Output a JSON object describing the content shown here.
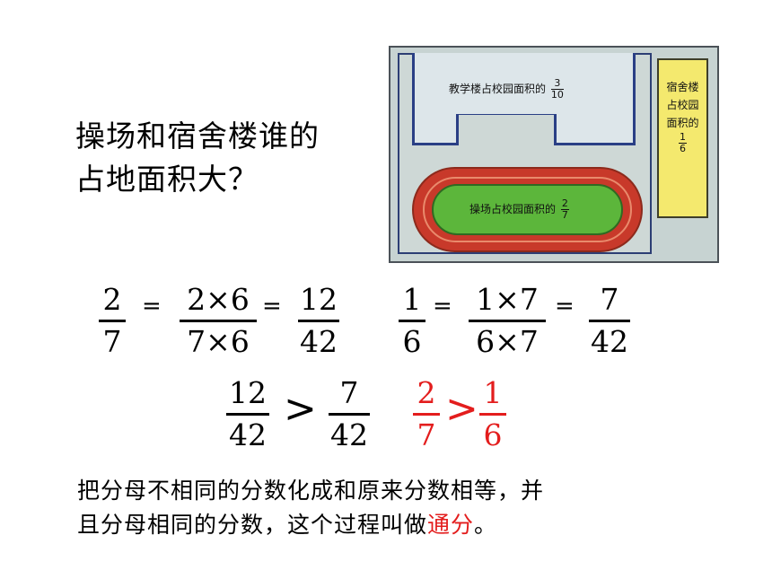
{
  "question": {
    "line1": "操场和宿舍楼谁的",
    "line2": "占地面积大？"
  },
  "map": {
    "building_label": "教学楼占校园面积的",
    "building_frac": {
      "num": "3",
      "den": "10"
    },
    "field_label": "操场占校园面积的",
    "field_frac": {
      "num": "2",
      "den": "7"
    },
    "dorm_lines": [
      "宿舍楼",
      "占校园",
      "面积的"
    ],
    "dorm_frac": {
      "num": "1",
      "den": "6"
    },
    "colors": {
      "track": "#c8392a",
      "field": "#5cb63b",
      "dorm": "#f4e96e",
      "building_border": "#2a3f85"
    }
  },
  "eq1": {
    "a": {
      "num": "2",
      "den": "7"
    },
    "eq1": "=",
    "b": {
      "num": "2×6",
      "den": "7×6"
    },
    "eq2": "=",
    "c": {
      "num": "12",
      "den": "42"
    }
  },
  "eq2": {
    "a": {
      "num": "1",
      "den": "6"
    },
    "eq1": "=",
    "b": {
      "num": "1×7",
      "den": "6×7"
    },
    "eq2": "=",
    "c": {
      "num": "7",
      "den": "42"
    }
  },
  "compare1": {
    "a": {
      "num": "12",
      "den": "42"
    },
    "op": ">",
    "b": {
      "num": "7",
      "den": "42"
    }
  },
  "compare2": {
    "a": {
      "num": "2",
      "den": "7"
    },
    "op": ">",
    "b": {
      "num": "1",
      "den": "6"
    },
    "color": "#e31d1d"
  },
  "summary": {
    "line1": "把分母不相同的分数化成和原来分数相等，并",
    "line2_pre": "且分母相同的分数，这个过程叫做",
    "highlight": "通分",
    "line2_post": "。"
  }
}
